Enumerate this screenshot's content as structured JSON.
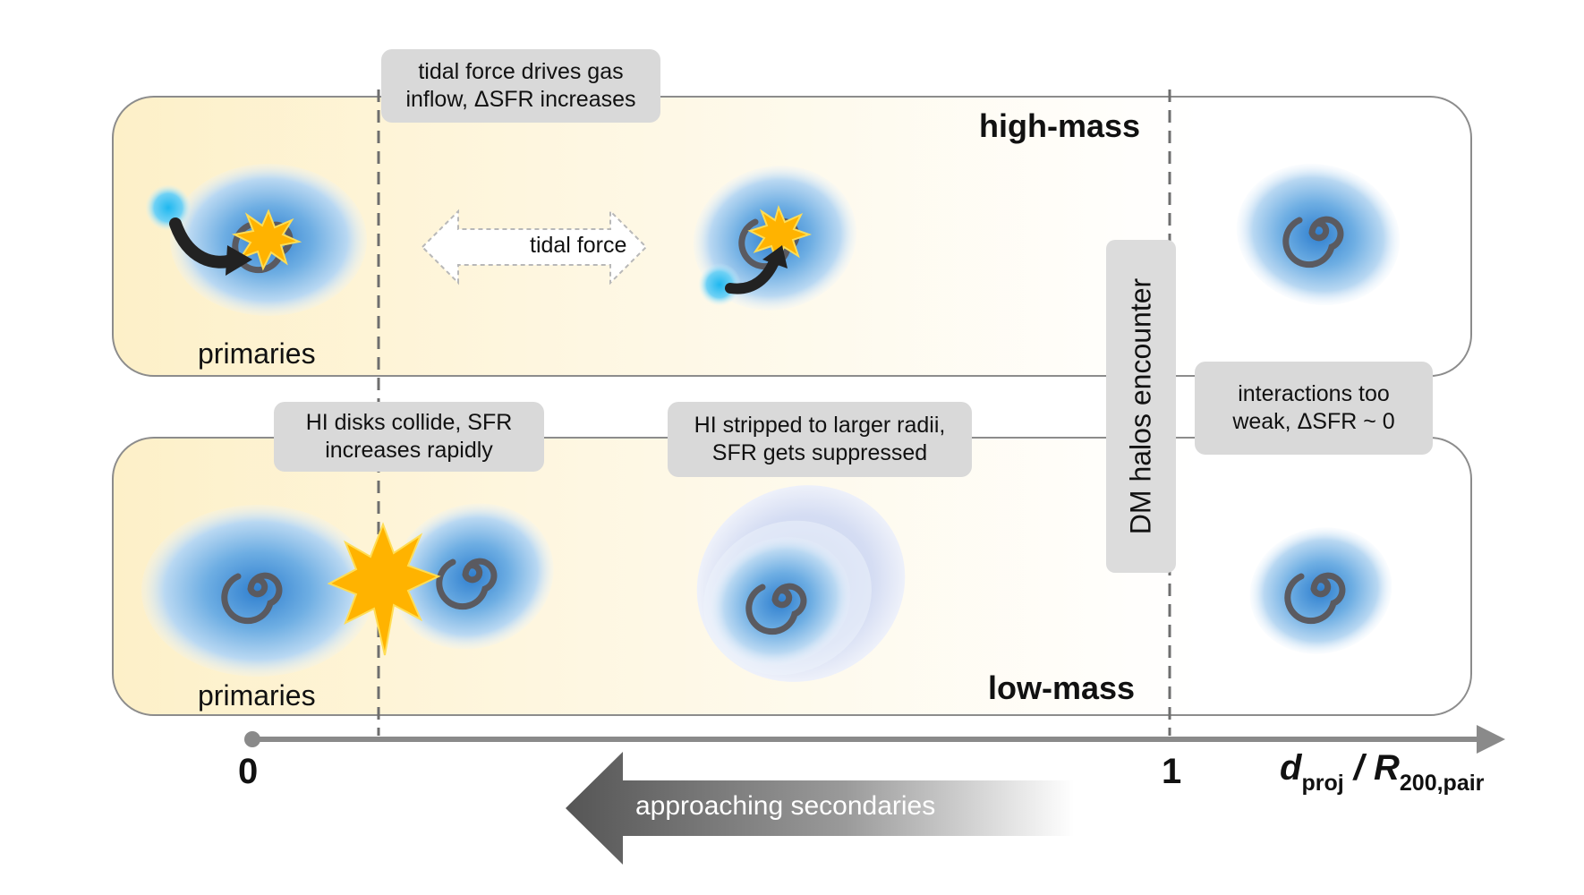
{
  "panels": {
    "top_title": "high-mass",
    "bottom_title": "low-mass",
    "top_primaries": "primaries",
    "bottom_primaries": "primaries"
  },
  "callouts": {
    "tidal_gas": [
      "tidal force drives gas",
      "inflow, ΔSFR increases"
    ],
    "hi_collide": [
      "HI disks collide, SFR",
      "increases rapidly"
    ],
    "hi_stripped": [
      "HI stripped to larger radii,",
      "SFR gets suppressed"
    ],
    "weak": [
      "interactions too",
      "weak, ΔSFR ~ 0"
    ]
  },
  "tidal_force_label": "tidal force",
  "dm_halos_label": "DM halos encounter",
  "axis": {
    "tick_0": "0",
    "tick_1": "1",
    "label_main": "d",
    "label_sub1": "proj",
    "label_sep": " / R",
    "label_sub2": "200,pair"
  },
  "approaching_label": "approaching secondaries",
  "colors": {
    "panel_fill_left": "#fdf3d2",
    "panel_border": "#8c8c8c",
    "galaxy_blue": "#4a95d6",
    "spiral_gray": "#5a5a60",
    "starburst": "#ffb300",
    "callout_bg": "#d9d9d9",
    "axis_gray": "#8a8a8a"
  },
  "icons": [
    "galaxy-icon",
    "starburst-icon",
    "curved-arrow-icon",
    "double-arrow-icon",
    "left-arrow-icon"
  ]
}
